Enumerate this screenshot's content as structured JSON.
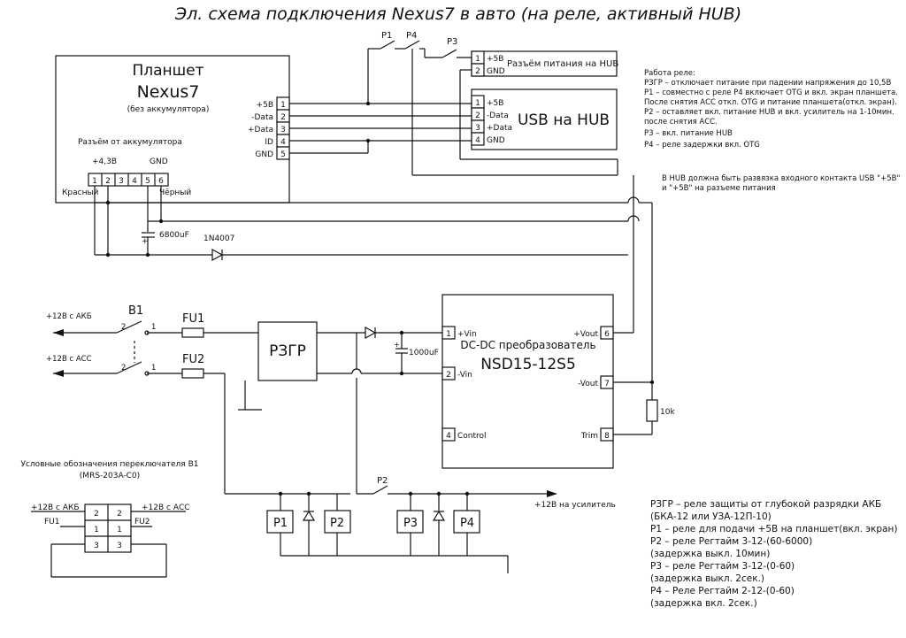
{
  "title": "Эл. схема подключения Nexus7 в авто (на реле, активный HUB)",
  "tablet": {
    "line1": "Планшет",
    "line2": "Nexus7",
    "line3": "(без аккумулятора)",
    "battery_connector": "Разъём от аккумулятора",
    "pin_plus": "+4,3В",
    "pin_gnd": "GND",
    "red": "Красный",
    "black": "Чёрный",
    "batt_pins": [
      "1",
      "2",
      "3",
      "4",
      "5",
      "6"
    ]
  },
  "usb_pins": {
    "labels": [
      "+5В",
      "-Data",
      "+Data",
      "ID",
      "GND"
    ],
    "nums": [
      "1",
      "2",
      "3",
      "4",
      "5"
    ]
  },
  "hub": {
    "title": "USB на HUB",
    "labels": [
      "+5В",
      "-Data",
      "+Data",
      "GND"
    ],
    "nums": [
      "1",
      "2",
      "3",
      "4"
    ]
  },
  "power": {
    "title": "Разъём питания на HUB",
    "labels": [
      "+5В",
      "GND"
    ],
    "nums": [
      "1",
      "2"
    ]
  },
  "relays_top": {
    "p1": "P1",
    "p4": "P4",
    "p3": "P3"
  },
  "notes": {
    "heading": "Работа реле:",
    "lines": [
      "РЗГР – отключает питание при падении напряжения до 10,5В",
      "P1 – совместно с реле P4 включает OTG и вкл. экран планшета.",
      "После снятия АСС откл. OTG и питание планшета(откл. экран).",
      "P2 – оставляет вкл. питание HUB и вкл. усилитель на 1-10мин.",
      "после снятия АСС.",
      "P3 – вкл. питание HUB",
      "P4 – реле задержки вкл. OTG"
    ],
    "hub_note_1": "В HUB должна быть развязка входного контакта USB \"+5В\"",
    "hub_note_2": "и \"+5В\" на разъеме питания"
  },
  "components": {
    "cap1": "6800uF",
    "diode1": "1N4007",
    "cap2": "1000uF",
    "resistor": "10k",
    "fu1": "FU1",
    "fu2": "FU2",
    "switch": "B1",
    "rzgr": "РЗГР",
    "n1": "1",
    "n2": "2",
    "plus": "+"
  },
  "inputs": {
    "akb": "+12В с АКБ",
    "acc": "+12В с АСС"
  },
  "dcdc": {
    "title": "DC-DC преобразователь",
    "model": "NSD15-12S5",
    "pins": [
      {
        "num": "1",
        "label": "+Vin"
      },
      {
        "num": "2",
        "label": "-Vin"
      },
      {
        "num": "4",
        "label": "Control"
      },
      {
        "num": "6",
        "label": "+Vout"
      },
      {
        "num": "7",
        "label": "-Vout"
      },
      {
        "num": "8",
        "label": "Trim"
      }
    ]
  },
  "relays_bottom": {
    "p1": "P1",
    "p2": "P2",
    "p3": "P3",
    "p4": "P4",
    "p2_switch": "P2",
    "amp_output": "+12В на усилитель"
  },
  "legend_switch": {
    "title": "Условные обозначения переключателя B1",
    "model": "(MRS-203A-C0)",
    "akb": "+12В с АКБ",
    "acc": "+12В с АСС",
    "fu1": "FU1",
    "fu2": "FU2",
    "cells": [
      "2",
      "2",
      "1",
      "1",
      "3",
      "3"
    ]
  },
  "legend": [
    "РЗГР – реле защиты от глубокой разрядки АКБ",
    "(БКА-12 или УЗА-12П-10)",
    "P1 – реле для подачи +5В на планшет(вкл. экран)",
    "P2 – реле Регтайм 3-12-(60-6000)",
    "(задержка выкл. 10мин)",
    "P3 – реле Регтайм 3-12-(0-60)",
    "(задержка выкл. 2сек.)",
    "P4 – Реле Регтайм 2-12-(0-60)",
    "(задержка вкл. 2сек.)"
  ]
}
